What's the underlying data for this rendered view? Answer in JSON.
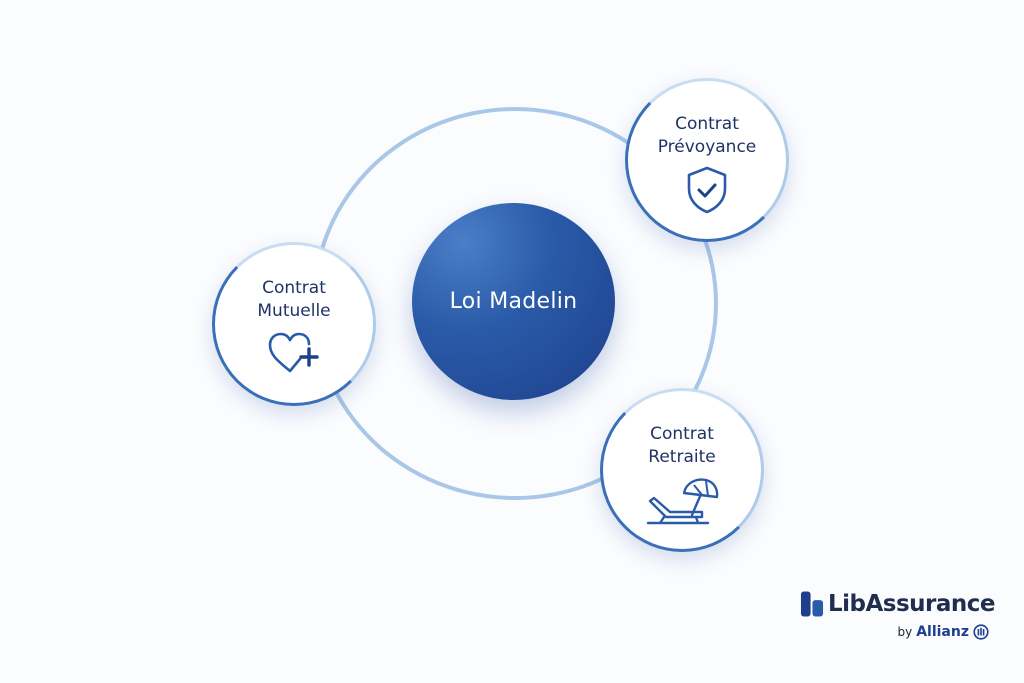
{
  "diagram": {
    "center": {
      "label": "Loi Madelin"
    },
    "nodes": [
      {
        "id": "prevoyance",
        "line1": "Contrat",
        "line2": "Prévoyance",
        "icon": "shield-check-icon"
      },
      {
        "id": "mutuelle",
        "line1": "Contrat",
        "line2": "Mutuelle",
        "icon": "heart-plus-icon"
      },
      {
        "id": "retraite",
        "line1": "Contrat",
        "line2": "Retraite",
        "icon": "beach-chair-umbrella-icon"
      }
    ]
  },
  "branding": {
    "name": "LibAssurance",
    "by": "by",
    "partner": "Allianz",
    "colors": {
      "primary": "#1d3f8c",
      "ring": "#a9c8e8",
      "text": "#1f3466"
    }
  }
}
